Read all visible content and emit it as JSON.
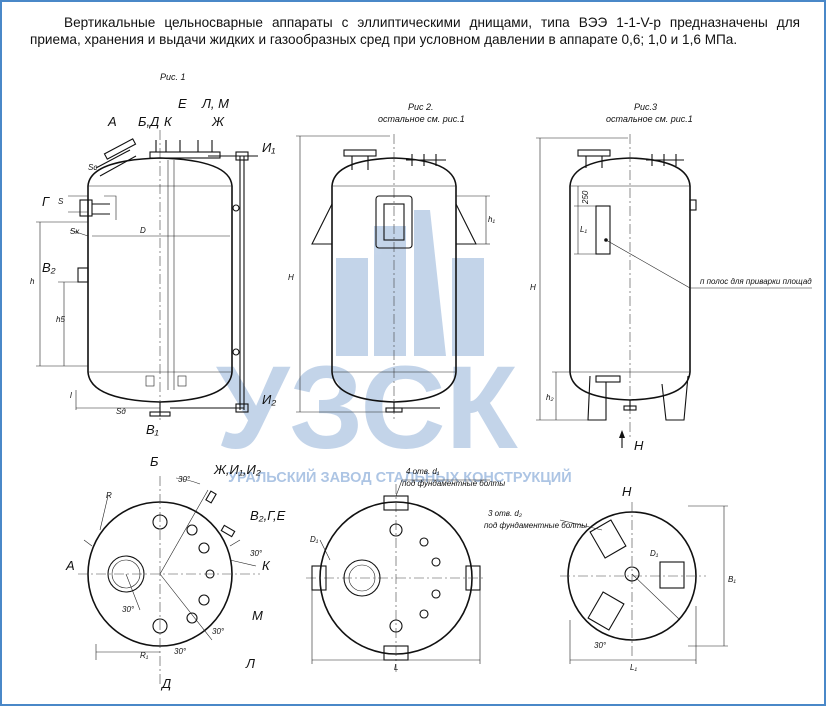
{
  "intro": "Вертикальные цельносварные аппараты с эллиптическими днищами, типа ВЭЭ 1-1-V-р предназначены для приема, хранения и выдачи жидких и газообразных сред при условном давлении в аппарате 0,6; 1,0 и 1,6 МПа.",
  "figures": {
    "fig1": "Рис. 1",
    "fig2_title": "Рис 2.",
    "fig2_note": "остальное см. рис.1",
    "fig3_title": "Рис.3",
    "fig3_note": "остальное см. рис.1"
  },
  "fig1_labels": {
    "a": "А",
    "bd": "Б,Д",
    "k": "К",
    "e": "Е",
    "lm": "Л, М",
    "zh": "Ж",
    "i1": "И₁",
    "g": "Г",
    "b2": "В₂",
    "i2": "И₂",
    "b1": "В₁",
    "d": "D",
    "h": "h",
    "h5": "h5",
    "s": "S",
    "sk": "Sк",
    "sd": "Sд",
    "l": "l",
    "tc": "Sc"
  },
  "fig2_labels": {
    "h": "H",
    "h1": "h₁"
  },
  "fig3_labels": {
    "h": "H",
    "h2": "h₂",
    "dim250": "250",
    "l1": "L₁",
    "strip": "п полос для приварки площад",
    "view": "Н"
  },
  "plan1_labels": {
    "b": "Б",
    "zhi": "Ж,И₁,И₂",
    "angle30_top": "30°",
    "r": "R",
    "b2ge": "В₂,Г,Е",
    "angle30_right": "30°",
    "k": "К",
    "a": "А",
    "angle30_left": "30°",
    "m": "М",
    "r1": "R₁",
    "angle30_bottom": "30°",
    "angle30_b2": "30°",
    "l": "Л",
    "d": "Д"
  },
  "plan2_labels": {
    "bolts": "4 отв. d₁",
    "bolts_note": "под фундаментные болты",
    "d1": "D₁",
    "l": "L"
  },
  "plan3_labels": {
    "view": "Н",
    "bolts": "3 отв. d₂",
    "bolts_note": "под фундаментные болты",
    "d1": "D₁",
    "b1": "B₁",
    "angle30": "30°",
    "l1": "L₁"
  },
  "watermark": {
    "letters": "УЗСК",
    "company": "УРАЛЬСКИЙ ЗАВОД СТАЛЬНЫХ КОНСТРУКЦИЙ",
    "color": "#b3c9e4"
  },
  "colors": {
    "frame": "#4a88c8",
    "line": "#111111"
  }
}
